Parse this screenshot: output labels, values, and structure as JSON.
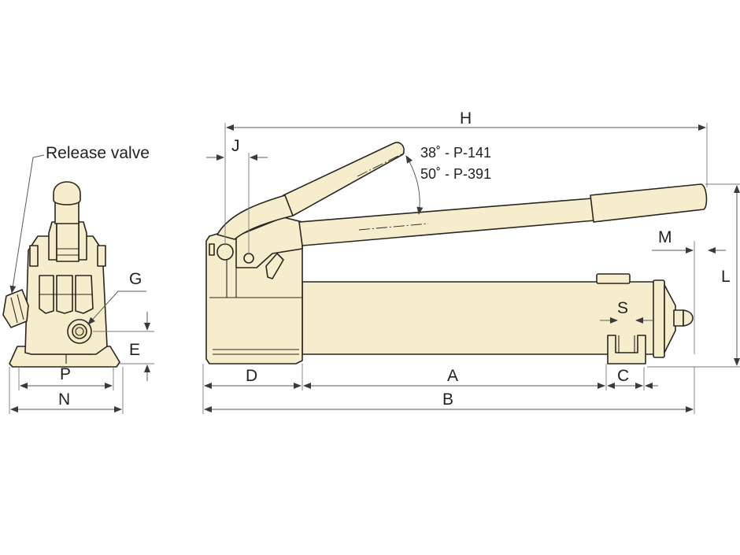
{
  "labels": {
    "release_valve": "Release valve",
    "G": "G",
    "E": "E",
    "P": "P",
    "N": "N",
    "H": "H",
    "J": "J",
    "angle_1": "38˚ - P-141",
    "angle_2": "50˚ - P-391",
    "M": "M",
    "L": "L",
    "S": "S",
    "D": "D",
    "A": "A",
    "C": "C",
    "B": "B"
  },
  "colors": {
    "body_fill": "#f6edcc",
    "outline": "#2a2620",
    "dimension_line": "#5a5a5a"
  }
}
